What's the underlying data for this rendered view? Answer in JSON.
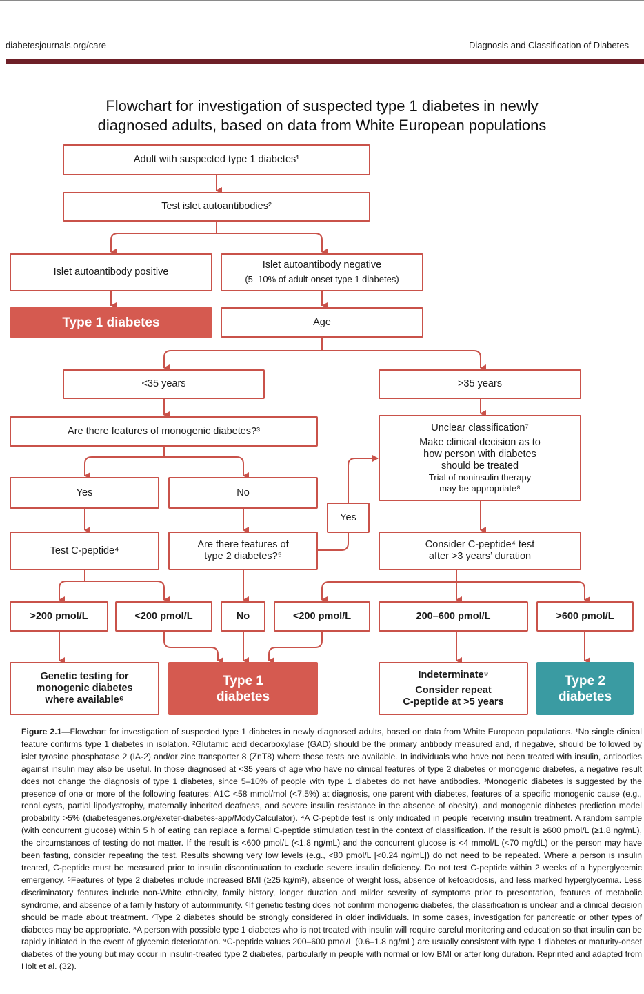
{
  "header": {
    "left": "diabetesjournals.org/care",
    "right": "Diagnosis and Classification of Diabetes"
  },
  "title": {
    "line1": "Flowchart for investigation of suspected type 1 diabetes in newly",
    "line2": "diagnosed adults, based on data from White European populations"
  },
  "nodes": {
    "start": "Adult with suspected type 1 diabetes¹",
    "test_autoantibodies": "Test islet autoantibodies²",
    "positive": "Islet autoantibody positive",
    "negative_line1": "Islet autoantibody negative",
    "negative_line2": "(5–10% of adult-onset type 1 diabetes)",
    "type1_top": "Type 1 diabetes",
    "age": "Age",
    "under35": "<35 years",
    "over35": ">35 years",
    "monogenic_q": "Are there features of monogenic diabetes?³",
    "unclear_l1": "Unclear classification⁷",
    "unclear_l2": "Make clinical decision as to",
    "unclear_l3": "how person with diabetes",
    "unclear_l4": "should be treated",
    "unclear_l5": "Trial of noninsulin therapy",
    "unclear_l6": "may be appropriate⁸",
    "yes1": "Yes",
    "no1": "No",
    "yes2": "Yes",
    "test_cpeptide": "Test C-peptide⁴",
    "t2_q_l1": "Are there features of",
    "t2_q_l2": "type 2 diabetes?⁵",
    "consider_l1": "Consider C-peptide⁴ test",
    "consider_l2": "after >3 years’ duration",
    "gt200": ">200 pmol/L",
    "lt200a": "<200 pmol/L",
    "no2": "No",
    "lt200b": "<200 pmol/L",
    "range200_600": "200–600 pmol/L",
    "gt600": ">600 pmol/L",
    "genetic_l1": "Genetic testing for",
    "genetic_l2": "monogenic diabetes",
    "genetic_l3": "where available⁶",
    "type1_bottom_l1": "Type 1",
    "type1_bottom_l2": "diabetes",
    "indeterminate_l1": "Indeterminate⁹",
    "indeterminate_l2": "Consider repeat",
    "indeterminate_l3": "C-peptide at >5 years",
    "type2_l1": "Type 2",
    "type2_l2": "diabetes"
  },
  "caption": {
    "label": "Figure 2.1",
    "text": "—Flowchart for investigation of suspected type 1 diabetes in newly diagnosed adults, based on data from White European populations. ¹No single clinical feature confirms type 1 diabetes in isolation. ²Glutamic acid decarboxylase (GAD) should be the primary antibody measured and, if negative, should be followed by islet tyrosine phosphatase 2 (IA-2) and/or zinc transporter 8 (ZnT8) where these tests are available. In individuals who have not been treated with insulin, antibodies against insulin may also be useful. In those diagnosed at <35 years of age who have no clinical features of type 2 diabetes or monogenic diabetes, a negative result does not change the diagnosis of type 1 diabetes, since 5–10% of people with type 1 diabetes do not have antibodies. ³Monogenic diabetes is suggested by the presence of one or more of the following features: A1C <58 mmol/mol (<7.5%) at diagnosis, one parent with diabetes, features of a specific monogenic cause (e.g., renal cysts, partial lipodystrophy, maternally inherited deafness, and severe insulin resistance in the absence of obesity), and monogenic diabetes prediction model probability >5% (diabetesgenes.org/exeter-diabetes-app/ModyCalculator). ⁴A C-peptide test is only indicated in people receiving insulin treatment. A random sample (with concurrent glucose) within 5 h of eating can replace a formal C-peptide stimulation test in the context of classification. If the result is ≥600 pmol/L (≥1.8 ng/mL), the circumstances of testing do not matter. If the result is <600 pmol/L (<1.8 ng/mL) and the concurrent glucose is <4 mmol/L (<70 mg/dL) or the person may have been fasting, consider repeating the test. Results showing very low levels (e.g., <80 pmol/L [<0.24 ng/mL]) do not need to be repeated. Where a person is insulin treated, C-peptide must be measured prior to insulin discontinuation to exclude severe insulin deficiency. Do not test C-peptide within 2 weeks of a hyperglycemic emergency. ⁵Features of type 2 diabetes include increased BMI (≥25 kg/m²), absence of weight loss, absence of ketoacidosis, and less marked hyperglycemia. Less discriminatory features include non-White ethnicity, family history, longer duration and milder severity of symptoms prior to presentation, features of metabolic syndrome, and absence of a family history of autoimmunity. ⁶If genetic testing does not confirm monogenic diabetes, the classification is unclear and a clinical decision should be made about treatment. ⁷Type 2 diabetes should be strongly considered in older individuals. In some cases, investigation for pancreatic or other types of diabetes may be appropriate. ⁸A person with possible type 1 diabetes who is not treated with insulin will require careful monitoring and education so that insulin can be rapidly initiated in the event of glycemic deterioration. ⁹C-peptide values 200–600 pmol/L (0.6–1.8 ng/mL) are usually consistent with type 1 diabetes or maturity-onset diabetes of the young but may occur in insulin-treated type 2 diabetes, particularly in people with normal or low BMI or after long duration. Reprinted and adapted from Holt et al. (32)."
  },
  "colors": {
    "box_border": "#c9524a",
    "type1_fill": "#d55a50",
    "type2_fill": "#3a9ba2",
    "header_rule": "#6e1f27"
  }
}
